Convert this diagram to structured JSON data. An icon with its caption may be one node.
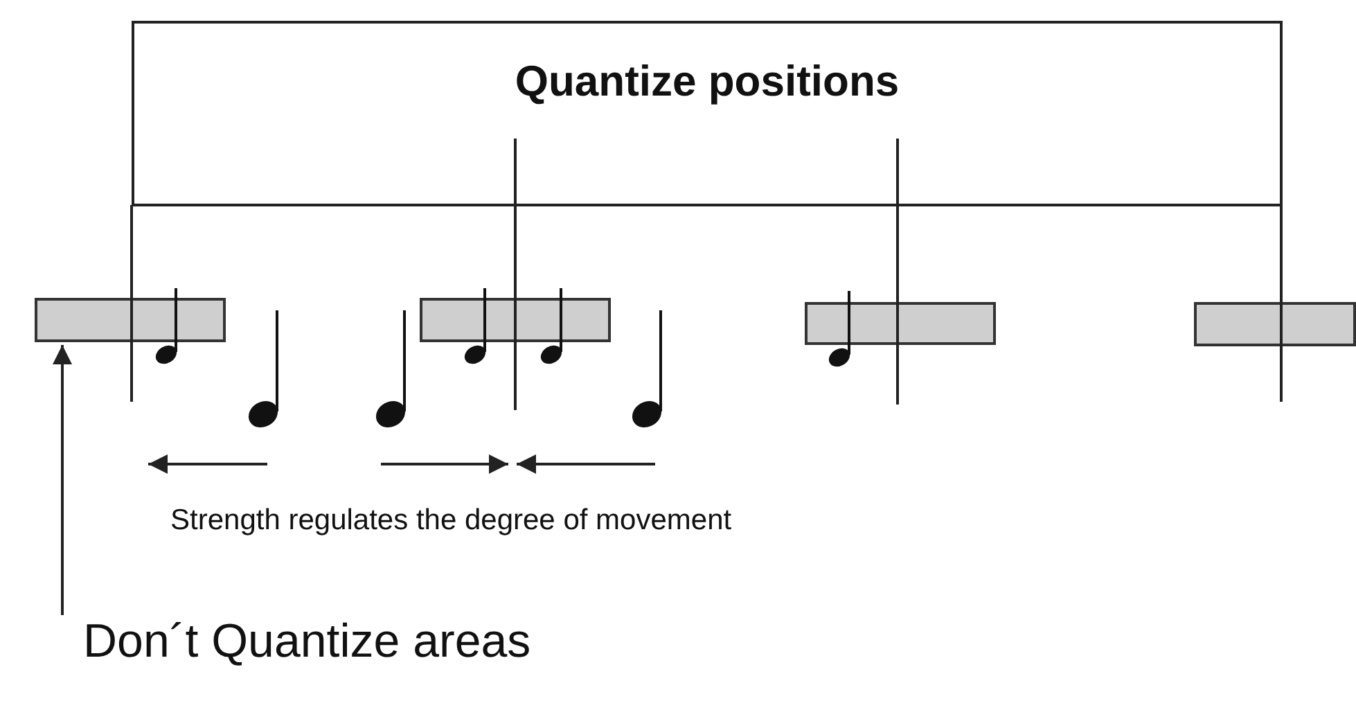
{
  "diagram": {
    "nodes": [
      {
        "text": [
          "Quantize positions"
        ]
      },
      {
        "text": [],
        "shape": "bar"
      },
      {
        "text": [],
        "shape": "bar"
      },
      {
        "text": [],
        "shape": "bar"
      },
      {
        "text": [],
        "shape": "bar"
      },
      {
        "text": [
          "Don´t Quantize areas"
        ]
      }
    ],
    "edges": [
      {
        "from": 5,
        "to": 1,
        "arrow": "to"
      }
    ],
    "labels": [
      "Strength regulates the degree of movement"
    ]
  }
}
